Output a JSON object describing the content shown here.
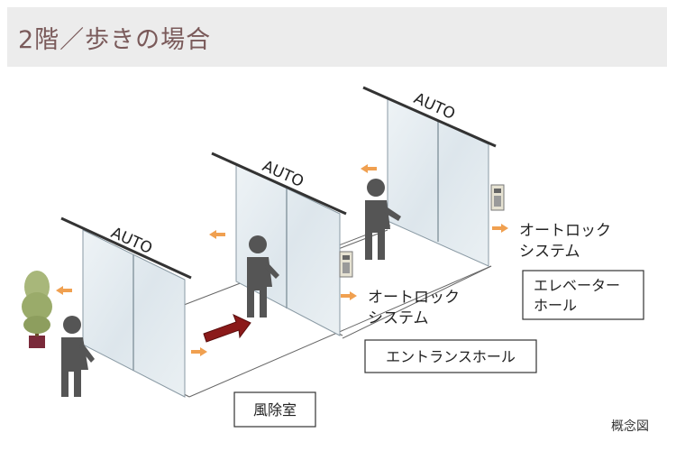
{
  "header": {
    "title": "2階／歩きの場合"
  },
  "doors": [
    {
      "label": "AUTO"
    },
    {
      "label": "AUTO"
    },
    {
      "label": "AUTO"
    }
  ],
  "labels": {
    "autolock_1_line1": "オートロック",
    "autolock_1_line2": "システム",
    "autolock_2_line1": "オートロック",
    "autolock_2_line2": "システム",
    "windbreak_room": "風除室",
    "entrance_hall": "エントランスホール",
    "elevator_hall_line1": "エレベーター",
    "elevator_hall_line2": "ホール"
  },
  "footnote": "概念図",
  "colors": {
    "accent_orange": "#f0a050",
    "main_arrow": "#8b1a1a",
    "person": "#555555",
    "glass": "#dfe8ee",
    "header_bg": "#ececec",
    "header_text": "#7a5a5a"
  }
}
